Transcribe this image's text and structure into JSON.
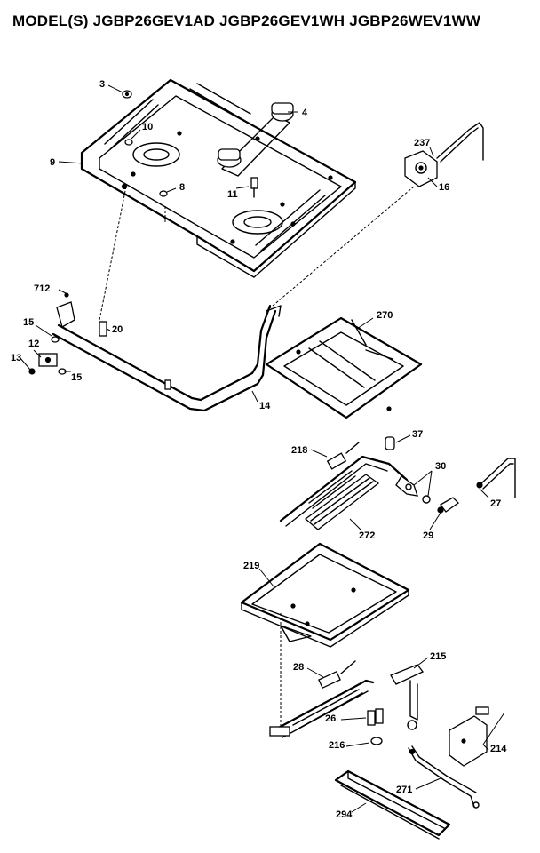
{
  "header": {
    "title": "MODEL(S) JGBP26GEV1AD  JGBP26GEV1WH  JGBP26WEV1WW"
  },
  "parts": [
    {
      "id": "p3",
      "label": "3"
    },
    {
      "id": "p4",
      "label": "4"
    },
    {
      "id": "p10",
      "label": "10"
    },
    {
      "id": "p9",
      "label": "9"
    },
    {
      "id": "p8",
      "label": "8"
    },
    {
      "id": "p11",
      "label": "11"
    },
    {
      "id": "p237",
      "label": "237"
    },
    {
      "id": "p16",
      "label": "16"
    },
    {
      "id": "p712",
      "label": "712"
    },
    {
      "id": "p15a",
      "label": "15"
    },
    {
      "id": "p12",
      "label": "12"
    },
    {
      "id": "p13",
      "label": "13"
    },
    {
      "id": "p15b",
      "label": "15"
    },
    {
      "id": "p20",
      "label": "20"
    },
    {
      "id": "p14",
      "label": "14"
    },
    {
      "id": "p270",
      "label": "270"
    },
    {
      "id": "p218",
      "label": "218"
    },
    {
      "id": "p37",
      "label": "37"
    },
    {
      "id": "p30",
      "label": "30"
    },
    {
      "id": "p27",
      "label": "27"
    },
    {
      "id": "p272",
      "label": "272"
    },
    {
      "id": "p29",
      "label": "29"
    },
    {
      "id": "p219",
      "label": "219"
    },
    {
      "id": "p28",
      "label": "28"
    },
    {
      "id": "p215",
      "label": "215"
    },
    {
      "id": "p26",
      "label": "26"
    },
    {
      "id": "p216",
      "label": "216"
    },
    {
      "id": "p214",
      "label": "214"
    },
    {
      "id": "p271",
      "label": "271"
    },
    {
      "id": "p294",
      "label": "294"
    }
  ]
}
